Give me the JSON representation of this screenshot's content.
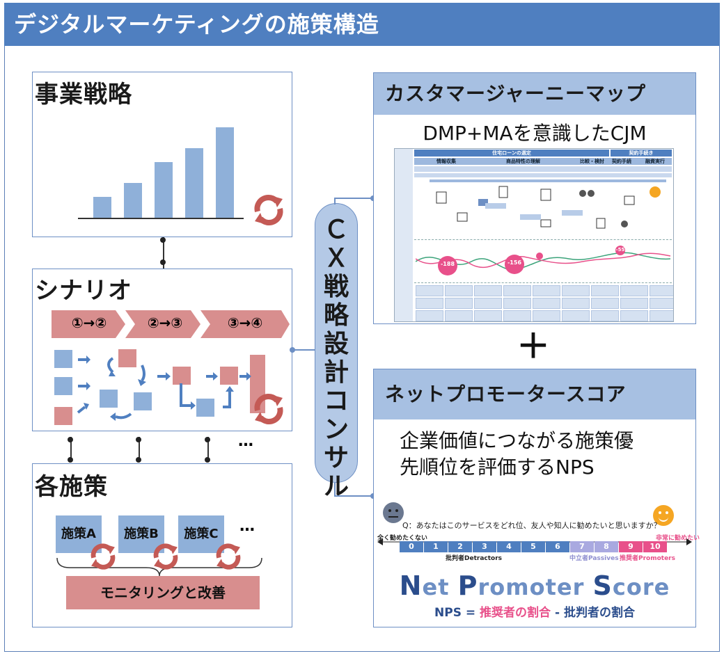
{
  "title": "デジタルマーケティングの施策構造",
  "left": {
    "strategy_title": "事業戦略",
    "scenario_title": "シナリオ",
    "measures_title": "各施策",
    "steps": [
      "①→②",
      "②→③",
      "③→④"
    ],
    "ellipsis": "…",
    "measure_items": [
      "施策A",
      "施策B",
      "施策C"
    ],
    "monitor_label": "モニタリングと改善",
    "bar_values": [
      3,
      5,
      8,
      10,
      13
    ]
  },
  "center": {
    "consult_label": "ＣＸ戦略設計コンサル"
  },
  "right": {
    "cjm_title": "カスタマージャーニーマップ",
    "cjm_subtitle": "DMP+MAを意識したCJM",
    "plus": "＋",
    "nps_title": "ネットプロモータースコア",
    "nps_desc_line1": "企業価値につながる施策優",
    "nps_desc_line2": "先順位を評価するNPS",
    "nps_question": "Q：あなたはこのサービスをどれ位、友人や知人に勧めたいと思いますか？",
    "nps_low_label": "全く勧めたくない",
    "nps_high_label": "非常に勧めたい",
    "nps_scale": [
      "0",
      "1",
      "2",
      "3",
      "4",
      "5",
      "6",
      "7",
      "8",
      "9",
      "10"
    ],
    "detractors": "批判者Detractors",
    "passives": "中立者Passives",
    "promoters": "推奨者Promoters",
    "nps_logo_n": "N",
    "nps_logo_et": "et ",
    "nps_logo_p": "P",
    "nps_logo_romoter": "romoter ",
    "nps_logo_s": "S",
    "nps_logo_core": "core",
    "formula_prefix": "NPS = ",
    "formula_promoters": "推奨者の割合",
    "formula_minus": " - ",
    "formula_detractors": "批判者の割合",
    "cjm_mini": {
      "header_main": "住宅ローンの選定",
      "header_right": "契約手続き",
      "phases": [
        "情報収集",
        "商品特性の理解",
        "比較・検討",
        "契約手続",
        "融資実行"
      ],
      "scores": [
        "-188",
        "-156",
        "-55"
      ]
    }
  },
  "colors": {
    "accent_blue": "#4f7fc0",
    "light_blue": "#8fb0d9",
    "salmon": "#d88e8e",
    "pink": "#e8508a",
    "navy": "#2b4d8c"
  }
}
